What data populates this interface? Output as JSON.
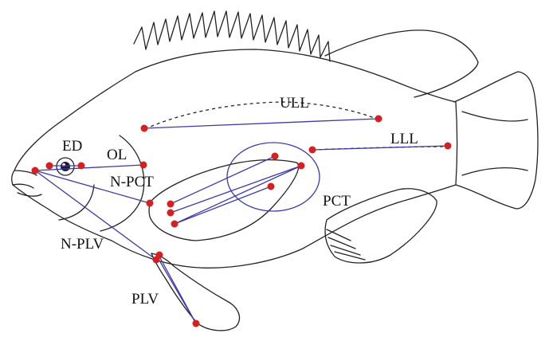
{
  "labels": {
    "ed": "ED",
    "ol": "OL",
    "n_pct": "N-PCT",
    "ull": "ULL",
    "lll": "LLL",
    "pct": "PCT",
    "n_plv": "N-PLV",
    "plv": "PLV"
  },
  "colors": {
    "landmark": "#d42020",
    "measurement_line": "#3a3aa8",
    "outline": "#222222",
    "background": "#ffffff"
  }
}
